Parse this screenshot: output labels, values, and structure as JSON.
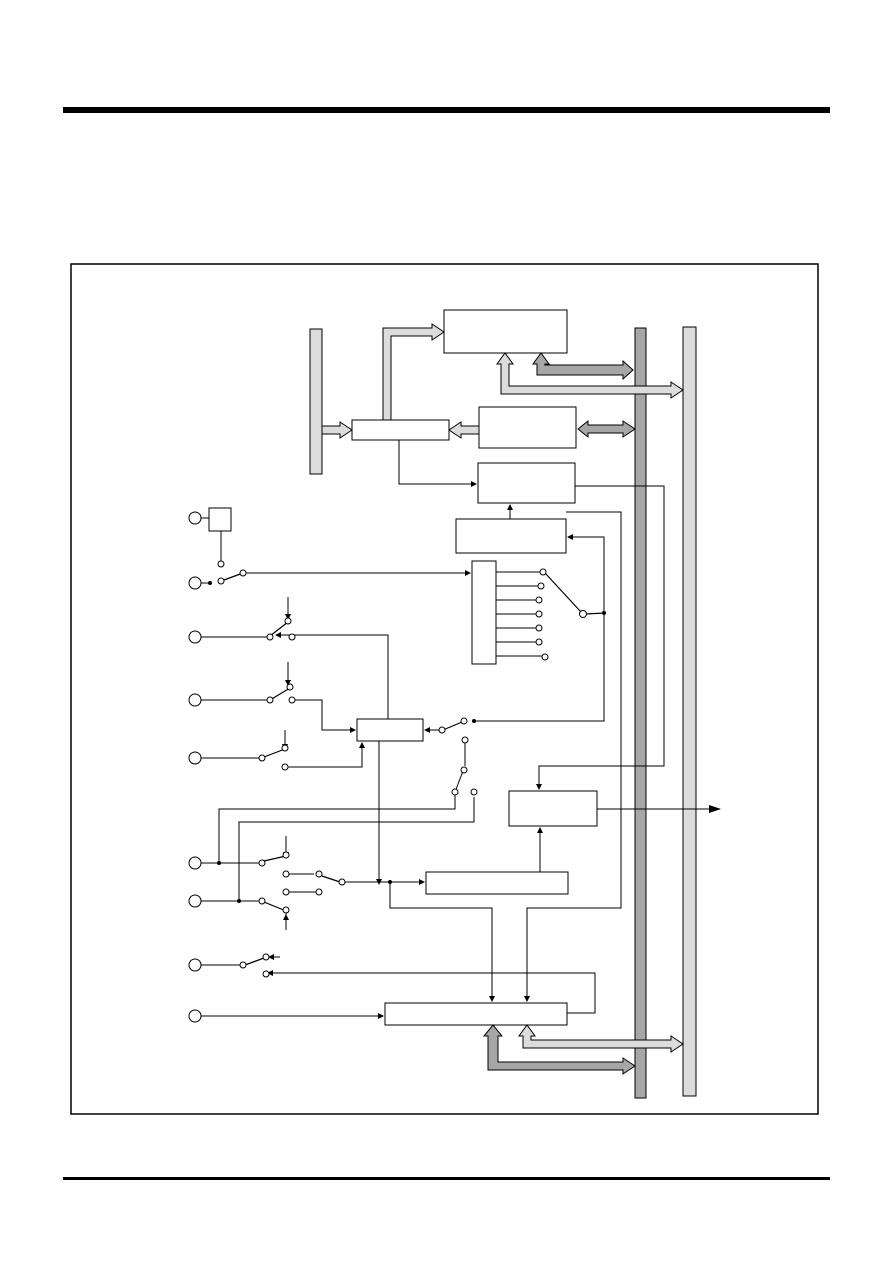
{
  "page": {
    "header_rule": true,
    "footer_rule": true
  },
  "diagram": {
    "kind": "block-diagram",
    "blocks": 12,
    "buses": 3,
    "pins": 11,
    "colors": {
      "bus_dark": "#a6a6a6",
      "bus_light": "#dcdcdc",
      "arrow_dark": "#a6a6a6",
      "arrow_light": "#e0e0e0",
      "line": "#000000",
      "frame": "#000000"
    },
    "labels": {}
  }
}
